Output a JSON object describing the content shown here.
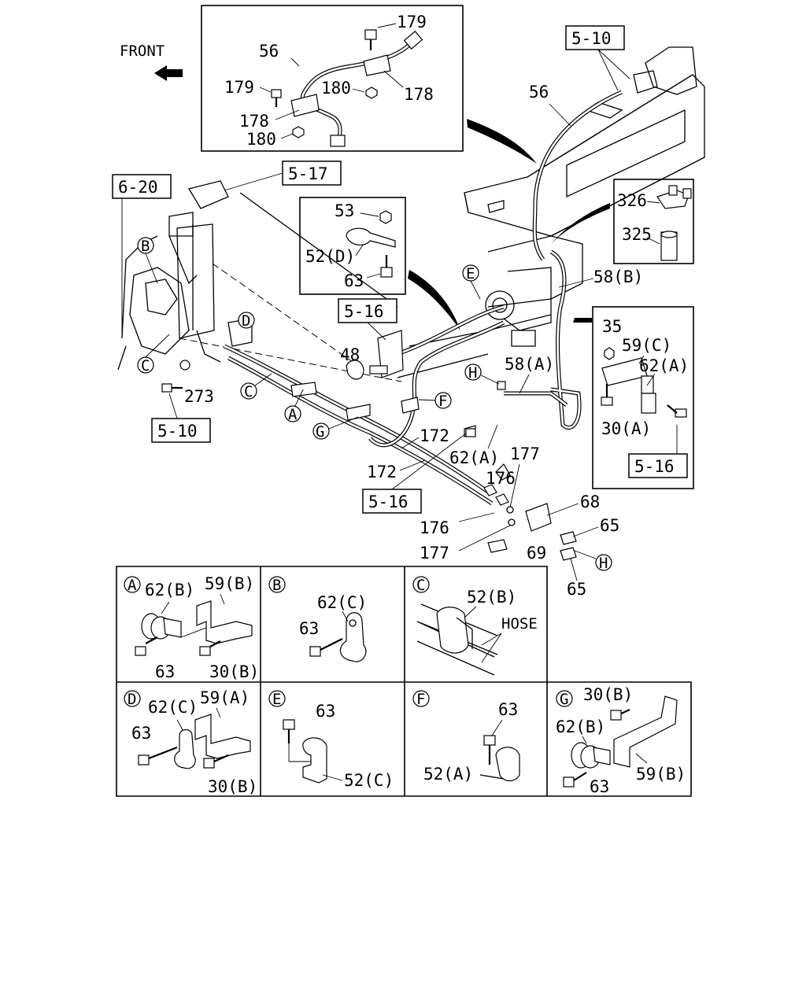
{
  "direction_label": "FRONT",
  "refs": {
    "r1": "5-10",
    "r2": "5-17",
    "r3": "6-20",
    "r4": "5-16",
    "r5": "5-10",
    "r6": "5-16",
    "r7": "5-16"
  },
  "callouts": {
    "A": "A",
    "B": "B",
    "C": "C",
    "D": "D",
    "E": "E",
    "F": "F",
    "G": "G",
    "H": "H"
  },
  "parts": {
    "p179a": "179",
    "p56a": "56",
    "p179b": "179",
    "p180a": "180",
    "p178a": "178",
    "p178b": "178",
    "p180b": "180",
    "p56b": "56",
    "p326": "326",
    "p325": "325",
    "p53": "53",
    "p52d": "52(D)",
    "p63a": "63",
    "p58b": "58(B)",
    "p35": "35",
    "p59c": "59(C)",
    "p62a1": "62(A)",
    "p30a": "30(A)",
    "p48": "48",
    "p58a": "58(A)",
    "p273": "273",
    "p172a": "172",
    "p172b": "172",
    "p62a2": "62(A)",
    "p177a": "177",
    "p176a": "176",
    "p176b": "176",
    "p177b": "177",
    "p68": "68",
    "p65a": "65",
    "p69": "69",
    "p65b": "65"
  },
  "details": {
    "A": {
      "l1": "62(B)",
      "l2": "59(B)",
      "l3": "63",
      "l4": "30(B)"
    },
    "B": {
      "l1": "62(C)",
      "l2": "63"
    },
    "C": {
      "l1": "52(B)",
      "l2": "HOSE"
    },
    "D": {
      "l1": "62(C)",
      "l2": "59(A)",
      "l3": "63",
      "l4": "30(B)"
    },
    "E": {
      "l1": "63",
      "l2": "52(C)"
    },
    "F": {
      "l1": "63",
      "l2": "52(A)"
    },
    "G": {
      "l1": "30(B)",
      "l2": "62(B)",
      "l3": "63",
      "l4": "59(B)"
    }
  }
}
